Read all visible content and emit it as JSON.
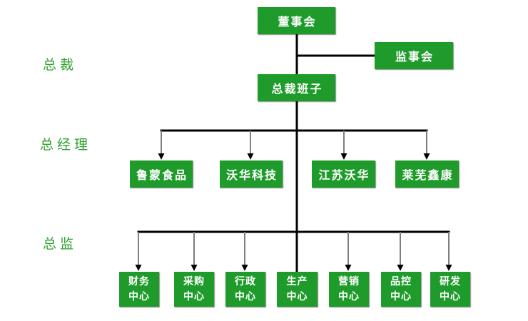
{
  "colors": {
    "box_fill": "#1e9b2a",
    "box_text": "#ffffff",
    "role_label": "#2ea12e",
    "connector": "#000000",
    "arrow_stem": "#7f7f7f"
  },
  "role_labels": [
    {
      "text": "总裁"
    },
    {
      "text": "总经理"
    },
    {
      "text": "总监"
    }
  ],
  "nodes": {
    "board": {
      "label": "董事会"
    },
    "supervisory": {
      "label": "监事会"
    },
    "president_team": {
      "label": "总裁班子"
    },
    "subsidiaries": [
      {
        "label": "鲁蒙食品"
      },
      {
        "label": "沃华科技"
      },
      {
        "label": "江苏沃华"
      },
      {
        "label": "莱芜鑫康"
      }
    ],
    "centers": [
      {
        "label": "财务\n中心"
      },
      {
        "label": "采购\n中心"
      },
      {
        "label": "行政\n中心"
      },
      {
        "label": "生产\n中心"
      },
      {
        "label": "营销\n中心"
      },
      {
        "label": "品控\n中心"
      },
      {
        "label": "研发\n中心"
      }
    ]
  }
}
